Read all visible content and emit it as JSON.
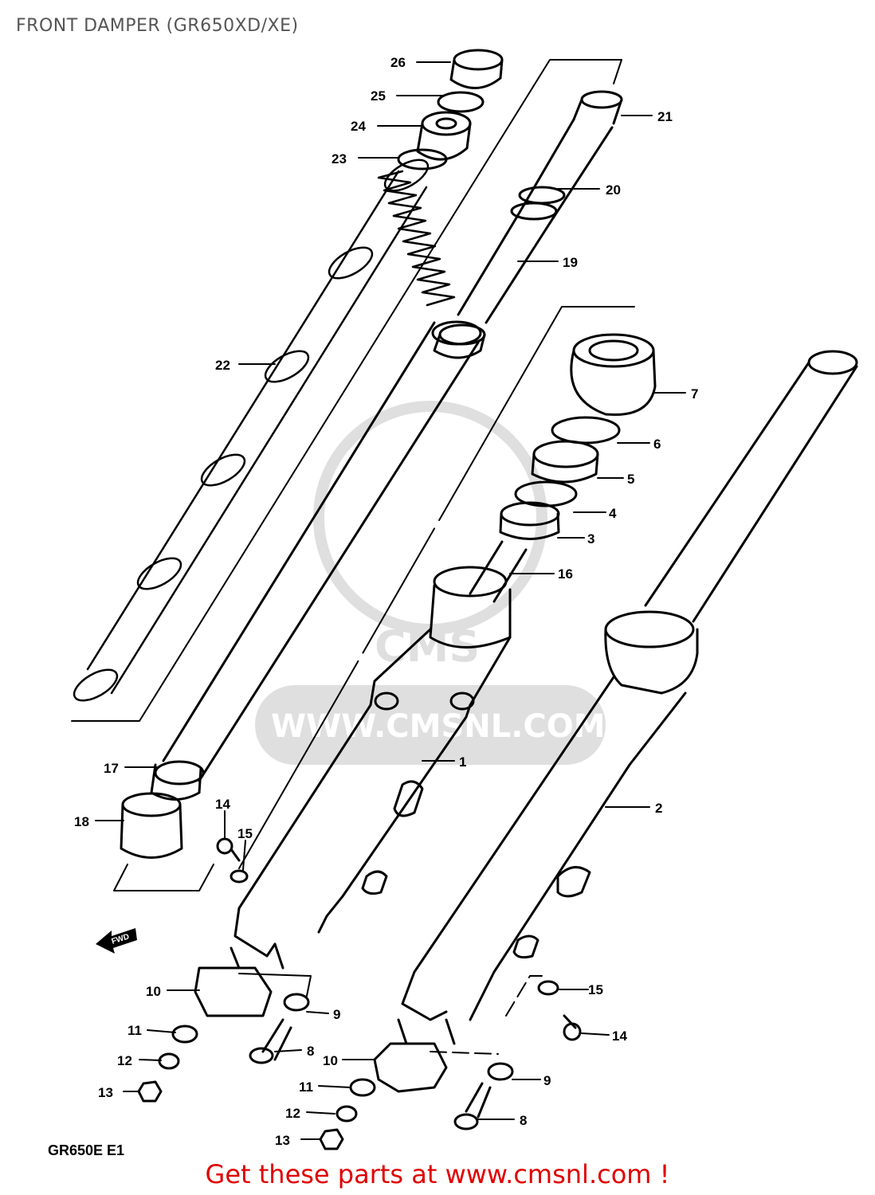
{
  "title": "FRONT DAMPER (GR650XD/XE)",
  "diagram_code": "GR650E E1",
  "promo_text": "Get these parts at www.cmsnl.com !",
  "watermark": {
    "logo_text": "CMS",
    "url": "WWW.CMSNL.COM"
  },
  "fwd_label": "FWD",
  "callouts": [
    {
      "id": "c26",
      "label": "26"
    },
    {
      "id": "c25",
      "label": "25"
    },
    {
      "id": "c24",
      "label": "24"
    },
    {
      "id": "c23",
      "label": "23"
    },
    {
      "id": "c21",
      "label": "21"
    },
    {
      "id": "c20",
      "label": "20"
    },
    {
      "id": "c19",
      "label": "19"
    },
    {
      "id": "c22",
      "label": "22"
    },
    {
      "id": "c7",
      "label": "7"
    },
    {
      "id": "c6",
      "label": "6"
    },
    {
      "id": "c5",
      "label": "5"
    },
    {
      "id": "c4",
      "label": "4"
    },
    {
      "id": "c3",
      "label": "3"
    },
    {
      "id": "c16",
      "label": "16"
    },
    {
      "id": "c1",
      "label": "1"
    },
    {
      "id": "c2",
      "label": "2"
    },
    {
      "id": "c17",
      "label": "17"
    },
    {
      "id": "c18",
      "label": "18"
    },
    {
      "id": "c14a",
      "label": "14"
    },
    {
      "id": "c15a",
      "label": "15"
    },
    {
      "id": "c10a",
      "label": "10"
    },
    {
      "id": "c9a",
      "label": "9"
    },
    {
      "id": "c11a",
      "label": "11"
    },
    {
      "id": "c12a",
      "label": "12"
    },
    {
      "id": "c13a",
      "label": "13"
    },
    {
      "id": "c8a",
      "label": "8"
    },
    {
      "id": "c15b",
      "label": "15"
    },
    {
      "id": "c14b",
      "label": "14"
    },
    {
      "id": "c10b",
      "label": "10"
    },
    {
      "id": "c9b",
      "label": "9"
    },
    {
      "id": "c11b",
      "label": "11"
    },
    {
      "id": "c12b",
      "label": "12"
    },
    {
      "id": "c13b",
      "label": "13"
    },
    {
      "id": "c8b",
      "label": "8"
    }
  ]
}
